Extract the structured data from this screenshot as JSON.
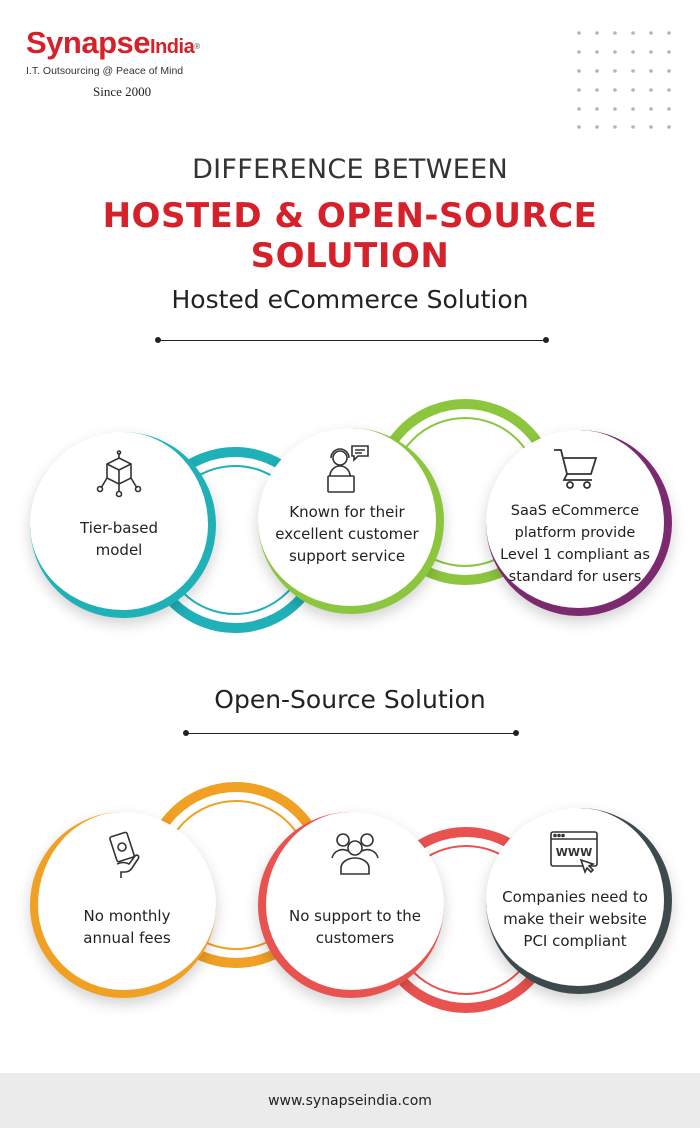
{
  "logo": {
    "brand_main": "Synapse",
    "brand_small": "India",
    "registered": "®",
    "tagline": "I.T. Outsourcing @ Peace of Mind",
    "since": "Since 2000"
  },
  "heading": {
    "line1": "DIFFERENCE BETWEEN",
    "line2": "HOSTED & OPEN-SOURCE SOLUTION"
  },
  "hosted": {
    "title": "Hosted eCommerce Solution",
    "items": [
      {
        "icon": "cube-network-icon",
        "color": "#1fb0b8",
        "lines": [
          "Tier-based",
          "model"
        ]
      },
      {
        "icon": "support-agent-icon",
        "color": "#8cc63f",
        "lines": [
          "Known for their",
          "excellent customer",
          "support service"
        ]
      },
      {
        "icon": "shopping-cart-icon",
        "color": "#7b2a6f",
        "lines": [
          "SaaS eCommerce",
          "platform provide",
          "Level 1 compliant as",
          "standard for users"
        ]
      }
    ]
  },
  "open_source": {
    "title": "Open-Source Solution",
    "items": [
      {
        "icon": "money-hand-icon",
        "color": "#f0a023",
        "lines": [
          "No monthly",
          "annual fees"
        ]
      },
      {
        "icon": "people-group-icon",
        "color": "#e8534f",
        "lines": [
          "No support to the",
          "customers"
        ]
      },
      {
        "icon": "www-browser-icon",
        "color": "#3c4a4e",
        "lines": [
          "Companies need to",
          "make their website",
          "PCI compliant"
        ]
      }
    ]
  },
  "footer": {
    "url": "www.synapseindia.com"
  }
}
